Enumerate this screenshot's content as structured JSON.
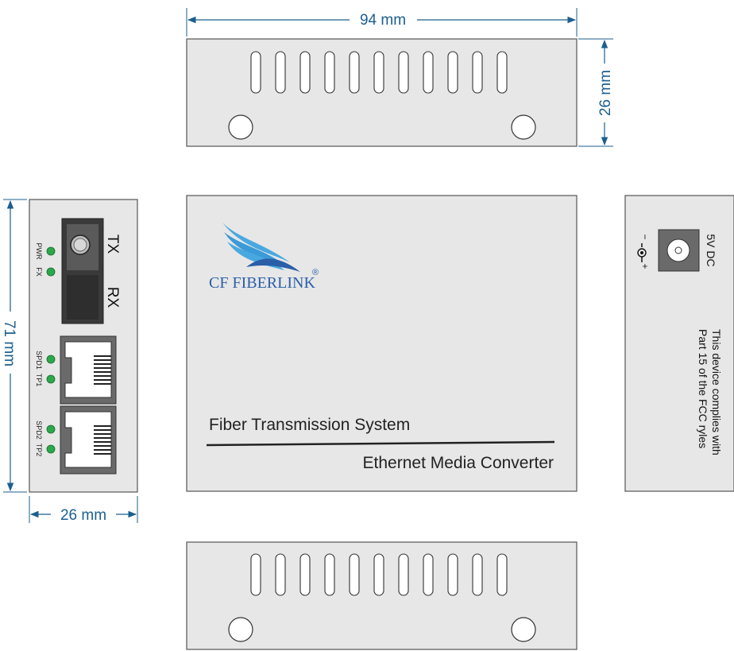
{
  "dimensions": {
    "width_label": "94 mm",
    "height_label": "26 mm",
    "depth_label": "71 mm",
    "side_width_label": "26 mm"
  },
  "front_panel": {
    "tx_label": "TX",
    "rx_label": "RX",
    "led_pwr_label": "PWR",
    "led_fx_label": "FX",
    "led_spd1_label": "SPD1",
    "led_tp1_label": "TP1",
    "led_spd2_label": "SPD2",
    "led_tp2_label": "TP2"
  },
  "top_panel": {
    "brand": "CF FIBERLINK",
    "registered_mark": "®",
    "title": "Fiber Transmission System",
    "subtitle": "Ethernet Media Converter"
  },
  "rear_panel": {
    "power_label": "5V  DC",
    "minus_sign": "−",
    "plus_sign": "+",
    "fcc_line1": "This device complies with",
    "fcc_line2": "Part 15 of the FCC ryles"
  },
  "colors": {
    "panel_fill": "#e7e7e7",
    "panel_stroke": "#555555",
    "dimension": "#1b5f8e",
    "led_green": "#2aa84a",
    "port_dark": "#3a3a3a",
    "logo_blue": "#2a5fa8",
    "logo_light": "#4aa8e0"
  },
  "vent_slots": 11
}
